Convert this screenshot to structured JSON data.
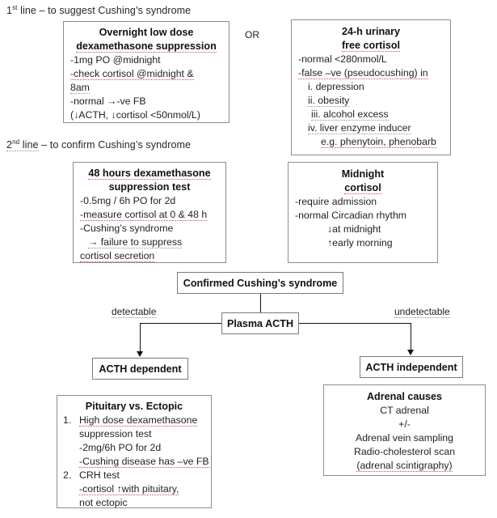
{
  "title": "Cushing's syndrome diagnostic flowchart",
  "sections": {
    "first_line": {
      "ordinal": "1",
      "sup": "st",
      "text": " line – to suggest Cushing’s syndrome"
    },
    "second_line": {
      "ordinal": "2",
      "sup": "nd",
      "text": " line – to confirm Cushing’s syndrome"
    }
  },
  "or_label": "OR",
  "boxes": {
    "overnight_low_dose": {
      "title_line1": "Overnight low dose",
      "title_line2": "dexamethasone suppression",
      "lines": [
        "-1mg PO @midnight",
        "-check cortisol  @midnight &",
        "8am",
        "-normal →-ve FB",
        "(↓ACTH, ↓cortisol <50nmol/L)"
      ]
    },
    "urinary_free_cortisol": {
      "title_line1": "24-h urinary",
      "title_line2": "free cortisol",
      "lines": [
        "-normal <280nmol/L",
        "-false –ve (pseudocushing)  in",
        "i. depression",
        "ii. obesity",
        "iii. alcohol excess",
        "iv. liver enzyme inducer",
        "e.g. phenytoin,  phenobarb"
      ]
    },
    "dex_48h": {
      "title_line1": "48 hours dexamethasone",
      "title_line2": "suppression test",
      "lines": [
        "-0.5mg / 6h PO for 2d",
        "-measure cortisol at 0 & 48 h",
        "-Cushing’s syndrome",
        "→ failure to suppress",
        "cortisol secretion"
      ]
    },
    "midnight_cortisol": {
      "title_line1": "Midnight",
      "title_line2": "cortisol",
      "lines": [
        "-require admission",
        "-normal Circadian rhythm",
        "↓at midnight",
        "↑early morning"
      ]
    },
    "confirmed": {
      "label": "Confirmed Cushing’s syndrome"
    },
    "plasma_acth": {
      "label": "Plasma ACTH"
    },
    "acth_dependent": {
      "label": "ACTH dependent"
    },
    "acth_independent": {
      "label": "ACTH independent"
    },
    "pituitary_vs_ectopic": {
      "title": "Pituitary vs. Ectopic",
      "item1_num": "1.",
      "item1_lines": [
        "High dose dexamethasone",
        "suppression test",
        "-2mg/6h PO for 2d",
        "-Cushing disease has –ve FB"
      ],
      "item2_num": "2.",
      "item2_lines": [
        "CRH test",
        "-cortisol ↑with pituitary,",
        "not ectopic"
      ]
    },
    "adrenal_causes": {
      "title": "Adrenal causes",
      "lines": [
        "CT adrenal",
        "+/-",
        "Adrenal vein sampling",
        "Radio-cholesterol scan",
        "(adrenal scintigraphy)"
      ]
    }
  },
  "edges": {
    "detectable": "detectable",
    "undetectable": "undetectable"
  },
  "colors": {
    "background": "#ffffff",
    "text": "#1f1f1f",
    "border": "#8d8d8d",
    "connector": "#111111",
    "spell_red": "#d24c4c",
    "spell_green": "#79a479"
  }
}
